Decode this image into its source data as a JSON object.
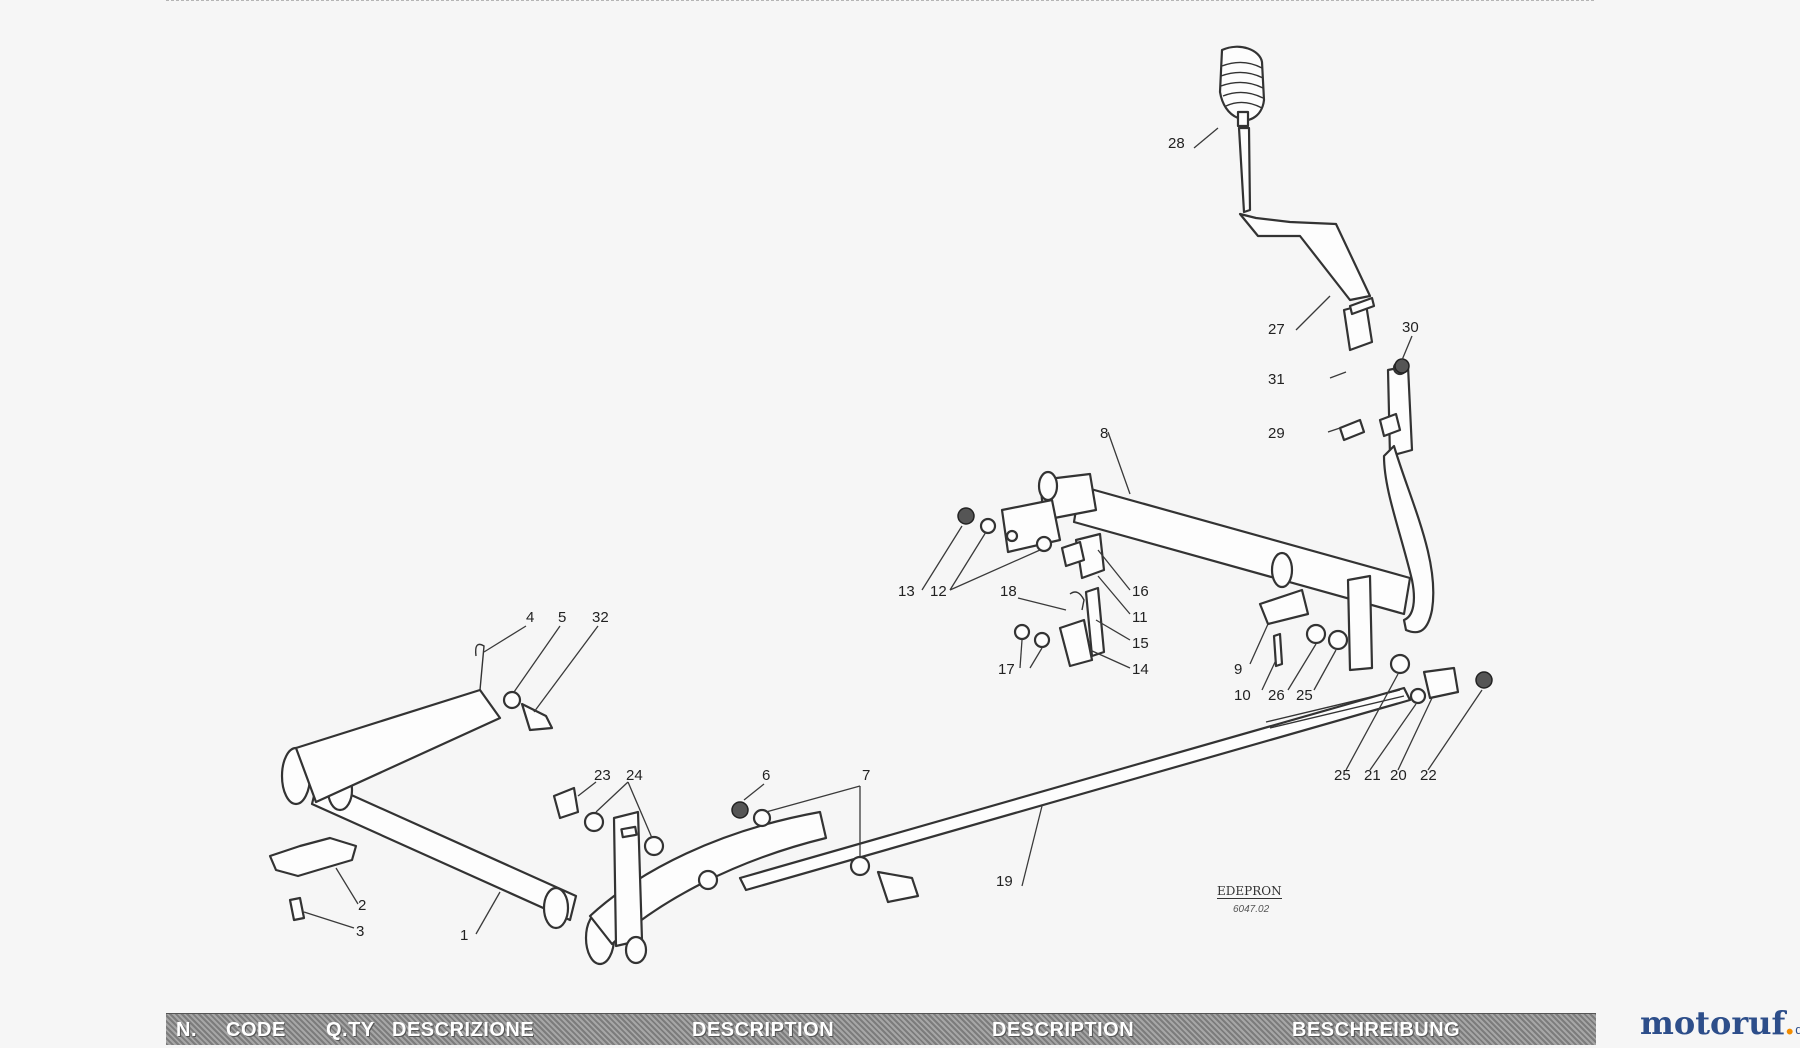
{
  "callouts": [
    "28",
    "27",
    "30",
    "31",
    "29",
    "8",
    "13",
    "12",
    "16",
    "11",
    "18",
    "15",
    "17",
    "14",
    "9",
    "10",
    "26",
    "25",
    "25",
    "21",
    "20",
    "22",
    "4",
    "5",
    "32",
    "23",
    "24",
    "6",
    "7",
    "19",
    "2",
    "3",
    "1"
  ],
  "stamp": {
    "logo": "EDEPRON",
    "code": "6047.02"
  },
  "table_header": {
    "n": "N.",
    "code": "CODE",
    "qty": "Q.TY",
    "descrizione": "DESCRIZIONE",
    "description_en": "DESCRIPTION",
    "description_fr": "DESCRIPTION",
    "beschreibung": "BESCHREIBUNG"
  },
  "brand": {
    "name": "motoruf",
    "tld": "de"
  },
  "colors": {
    "brand": "#2d4e8a",
    "accent": "#f28c00",
    "header_bar": "#8a8a8a"
  }
}
